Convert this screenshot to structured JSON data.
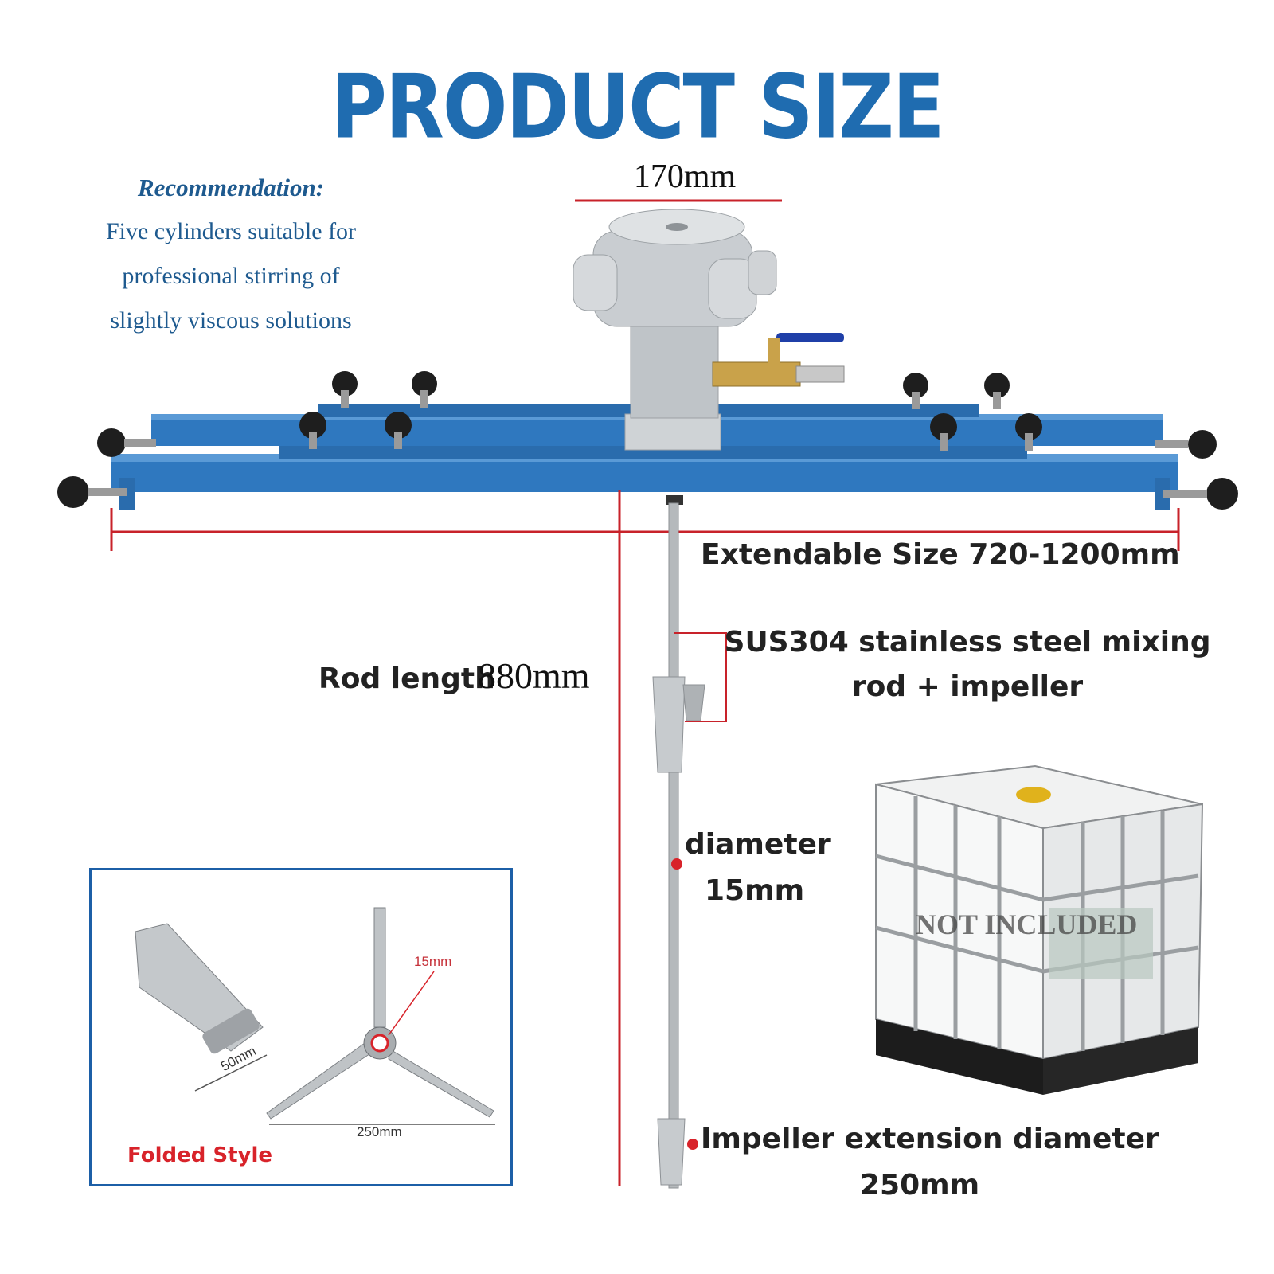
{
  "title": "PRODUCT SIZE",
  "recommendation": {
    "heading": "Recommendation:",
    "lines": [
      "Five cylinders suitable for",
      "professional stirring of",
      "slightly viscous solutions"
    ]
  },
  "dimensions": {
    "top_width": "170mm",
    "extendable": "Extendable Size 720-1200mm",
    "rod_length_label": "Rod length",
    "rod_length_value": "880mm",
    "material_line1": "SUS304 stainless steel mixing",
    "material_line2": "rod + impeller",
    "diameter_label": "diameter",
    "diameter_value": "15mm",
    "impeller_label": "Impeller extension diameter",
    "impeller_value": "250mm"
  },
  "tank_note": "NOT INCLUDED",
  "inset": {
    "folded_label": "Folded Style",
    "hub_dim": "15mm",
    "span_dim": "250mm",
    "fold_dim": "50mm"
  },
  "colors": {
    "title": "#1f6cb0",
    "frame": "#2f78bf",
    "dimension_line": "#c8222a",
    "inset_border": "#1c5fa7"
  }
}
